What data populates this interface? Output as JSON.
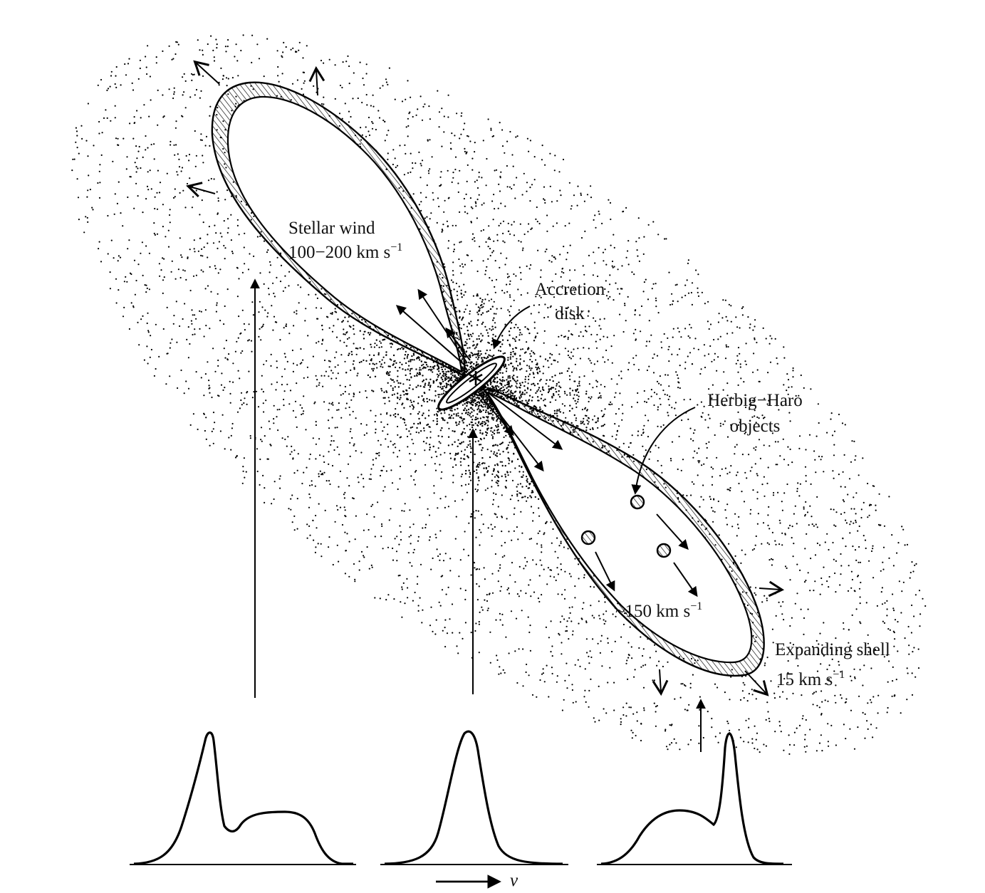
{
  "labels": {
    "stellar_wind": "Stellar wind",
    "stellar_wind_speed": "100−200 km s",
    "stellar_wind_speed_sup": "−1",
    "accretion_line1": "Accretion",
    "accretion_line2": "disk",
    "hh_line1": "Herbig−Haro",
    "hh_line2": "objects",
    "hh_speed": "~150 km s",
    "hh_speed_sup": "−1",
    "shell_line1": "Expanding shell",
    "shell_speed": "15 km s",
    "shell_speed_sup": "−1",
    "velocity_axis": "v"
  },
  "icons": {
    "star": "asterisk-star-icon",
    "outflow_arrow": "arrow-icon"
  },
  "colors": {
    "ink": "#000000",
    "paper": "#ffffff"
  }
}
